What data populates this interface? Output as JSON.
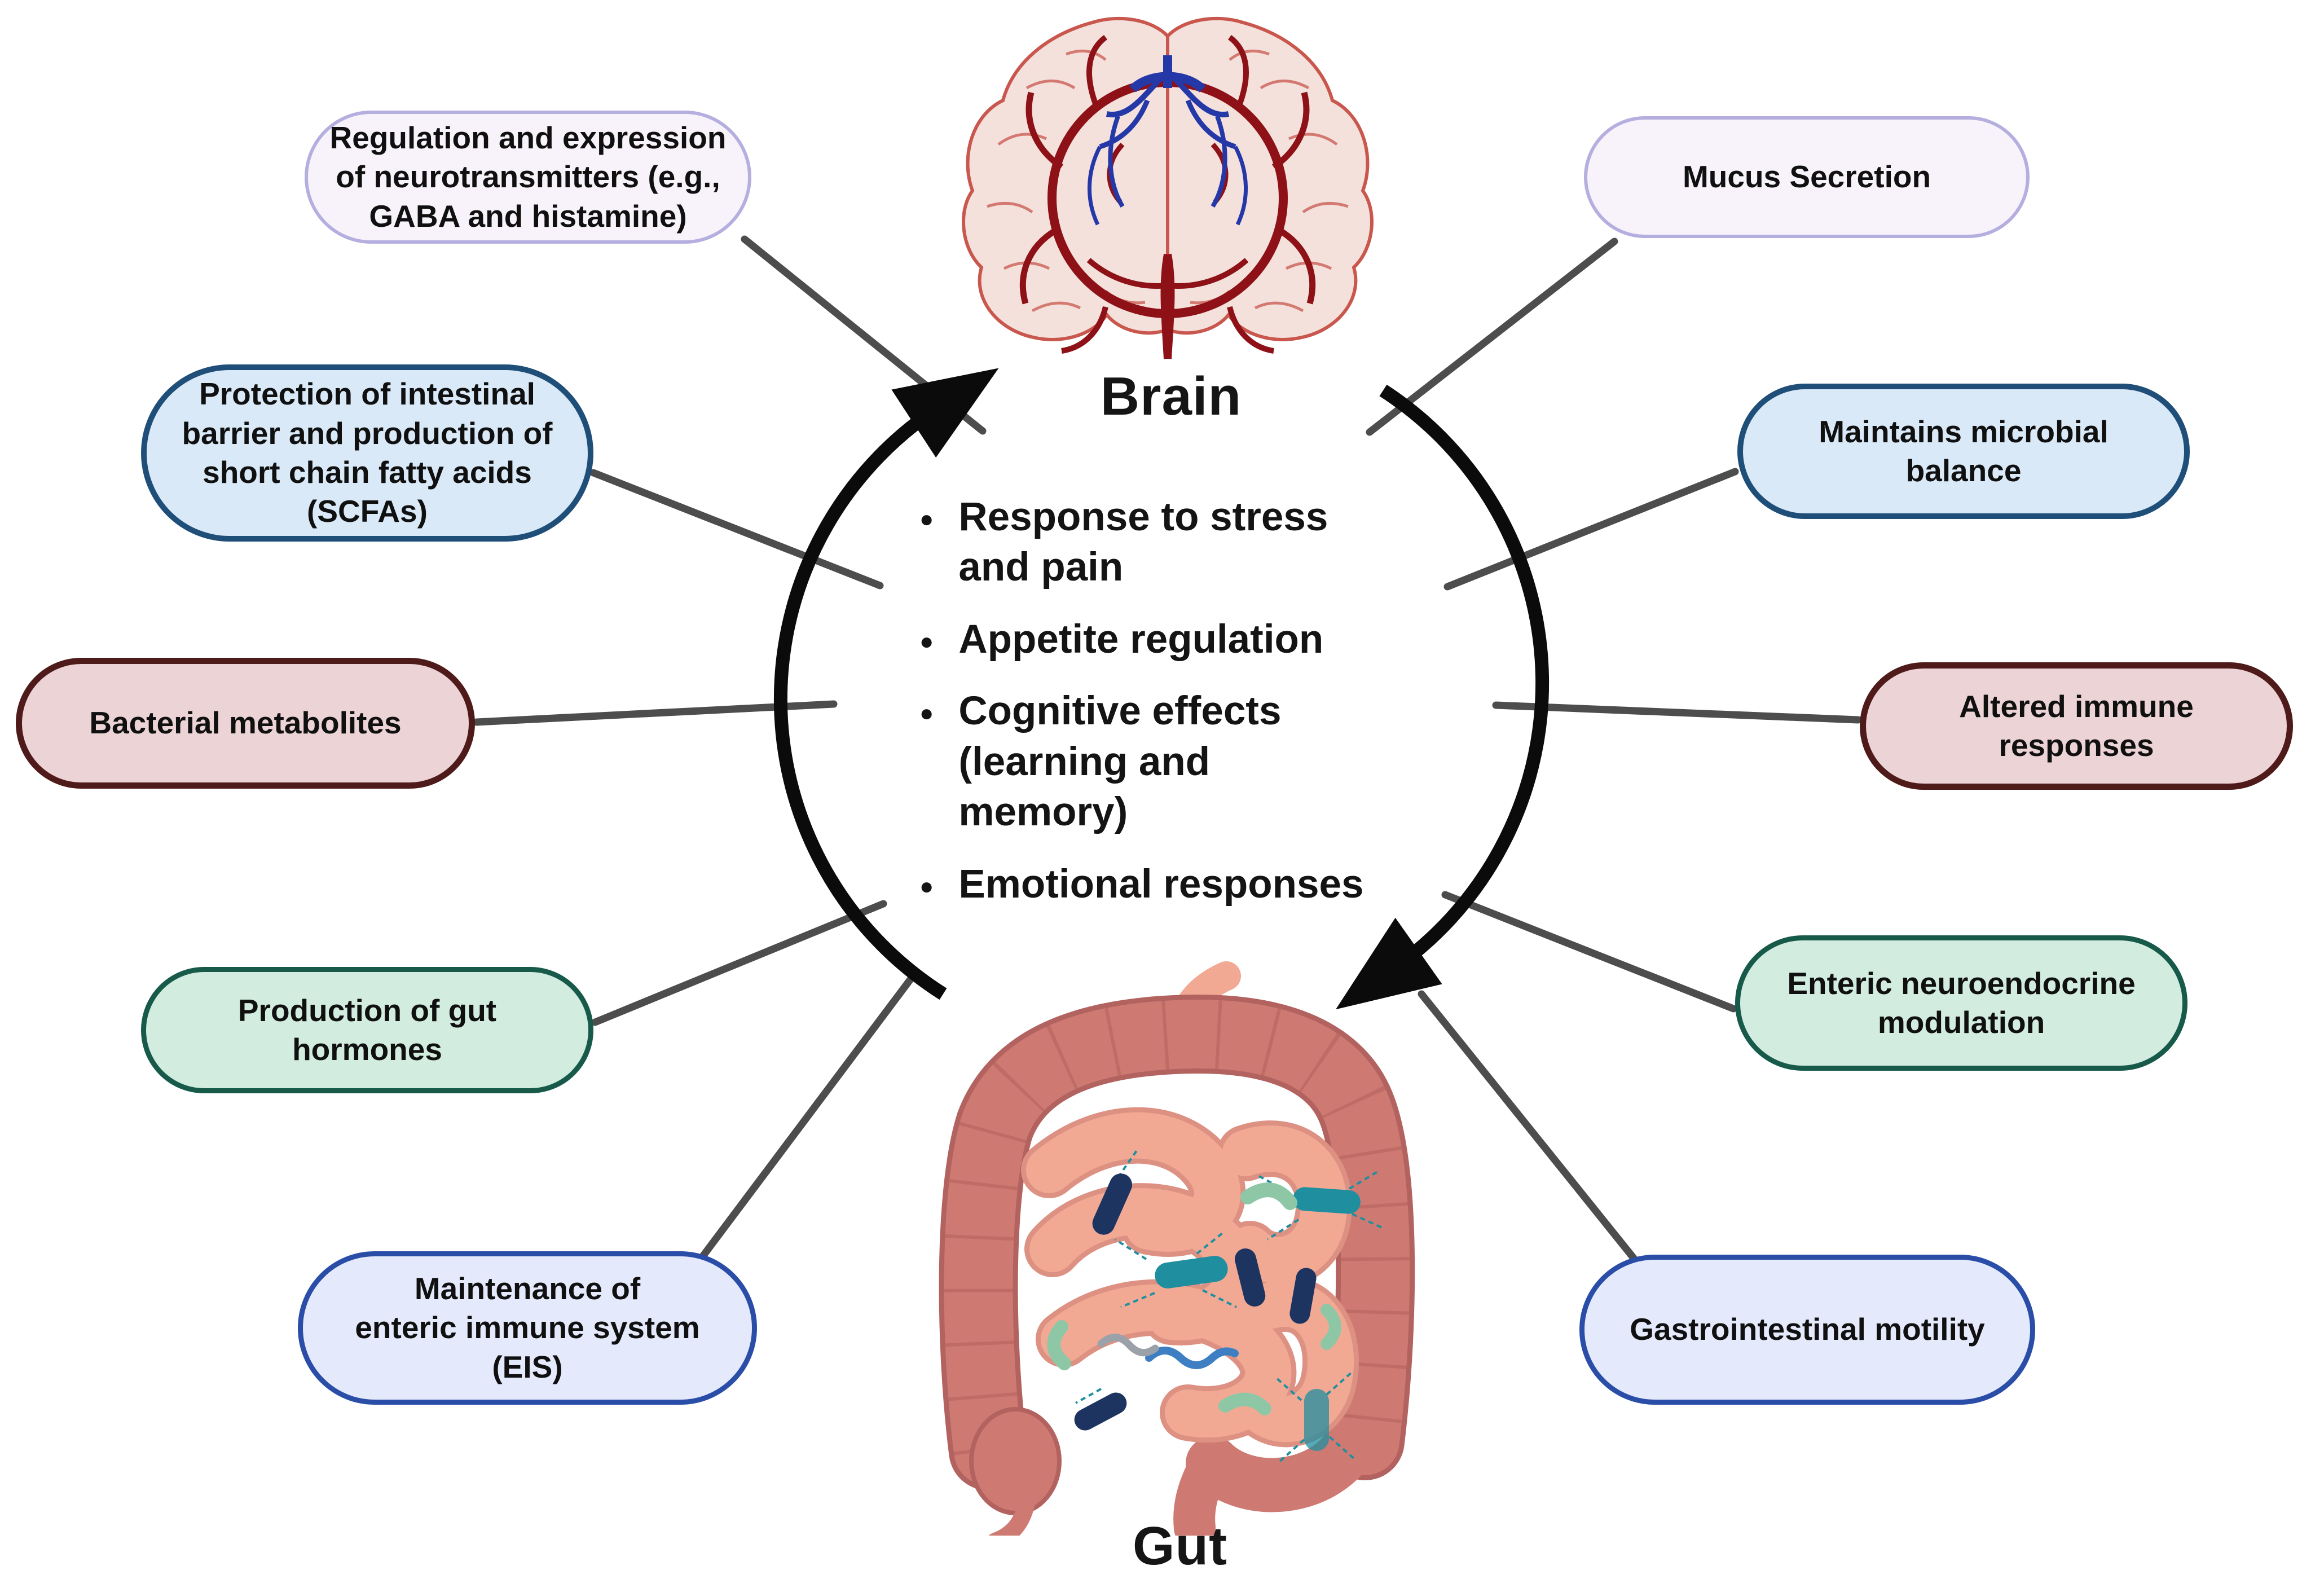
{
  "diagram": {
    "brain_label": "Brain",
    "gut_label": "Gut",
    "center_bullets": [
      "Response to stress\nand pain",
      "Appetite regulation",
      "Cognitive effects\n(learning and\nmemory)",
      "Emotional responses"
    ],
    "left_boxes": [
      {
        "label": "Regulation and expression\nof neurotransmitters (e.g.,\nGABA and histamine)",
        "variant": "lavender"
      },
      {
        "label": "Protection of intestinal\nbarrier and production of\nshort chain fatty acids\n(SCFAs)",
        "variant": "blue"
      },
      {
        "label": "Bacterial metabolites",
        "variant": "pink"
      },
      {
        "label": "Production of gut hormones",
        "variant": "mint"
      },
      {
        "label": "Maintenance of\nenteric immune system (EIS)",
        "variant": "periwinkle"
      }
    ],
    "right_boxes": [
      {
        "label": "Mucus Secretion",
        "variant": "lavender"
      },
      {
        "label": "Maintains microbial balance",
        "variant": "blue"
      },
      {
        "label": "Altered immune responses",
        "variant": "pink"
      },
      {
        "label": "Enteric neuroendocrine\nmodulation",
        "variant": "mint"
      },
      {
        "label": "Gastrointestinal motility",
        "variant": "periwinkle"
      }
    ]
  },
  "palette": {
    "lavender_fill": "#f8f3fb",
    "lavender_border": "#b5afe0",
    "blue_fill": "#d9e9f8",
    "blue_border": "#1f4e79",
    "pink_fill": "#ecd3d5",
    "pink_border": "#4f1a1a",
    "mint_fill": "#d2ecdf",
    "mint_border": "#175a4a",
    "periwinkle_fill": "#e4eafb",
    "periwinkle_border": "#2a4da8",
    "arrow_black": "#0b0b0b",
    "connector_gray": "#4d4d4d",
    "text_black": "#141414",
    "brain_tissue": "#f4e1dc",
    "brain_outline": "#c9574e",
    "artery_red": "#8d1116",
    "vein_blue": "#2438a8",
    "colon_color": "#ce7972",
    "colon_shade": "#b2625f",
    "intestine_color": "#f2a994",
    "intestine_shade": "#dd9183",
    "bacteria_teal": "#1f8fa0",
    "bacteria_navy": "#1d3461",
    "bacteria_green": "#8ec7a5",
    "squiggle_blue": "#3d7fc2",
    "squiggle_gray": "#9aa1a9"
  }
}
